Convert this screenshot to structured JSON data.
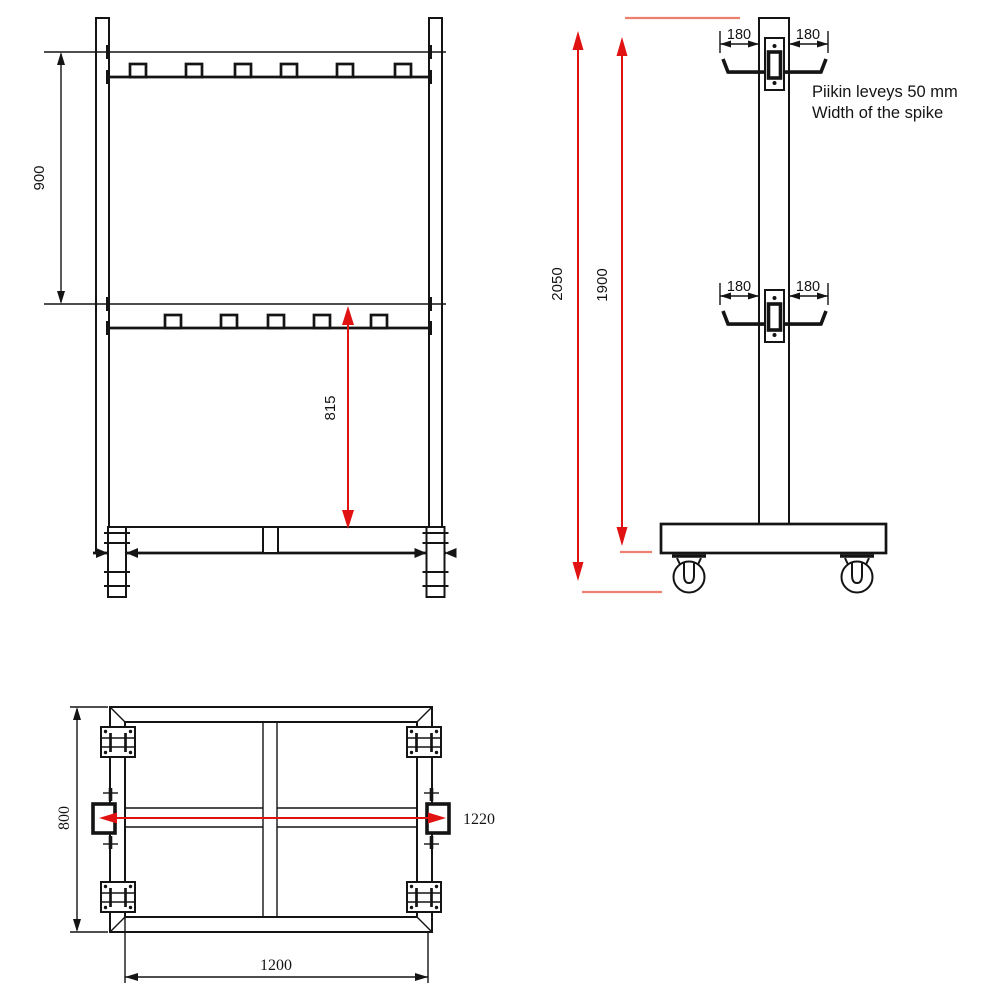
{
  "drawing": {
    "background_color": "#ffffff",
    "line_color": "#141414",
    "dimension_red": "#e01212",
    "extension_red": "#ef7f6e"
  },
  "front_view": {
    "dim_rail_spacing": "900",
    "dim_rail_to_base": "815"
  },
  "side_view": {
    "dim_total_height": "2050",
    "dim_post_height": "1900",
    "dim_spike_top_left": "180",
    "dim_spike_top_right": "180",
    "dim_spike_mid_left": "180",
    "dim_spike_mid_right": "180",
    "note_line1": "Piikin leveys 50 mm",
    "note_line2": "Width of the spike"
  },
  "plan_view": {
    "dim_depth": "800",
    "dim_inner_width": "1220",
    "dim_outer_width": "1200"
  }
}
